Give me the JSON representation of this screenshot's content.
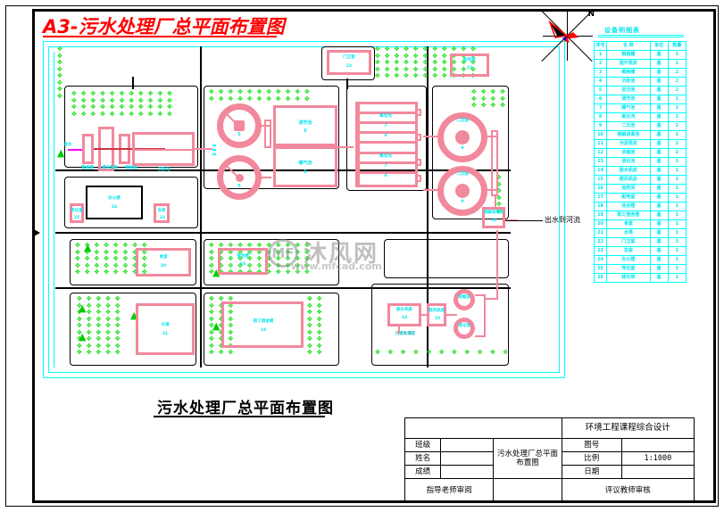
{
  "sheet": {
    "title": "A3-污水处理厂总平面布置图",
    "caption": "污水处理厂总平面布置图",
    "scale_value": "1:1000",
    "north_label": "N",
    "outflow_note": "出水到河流"
  },
  "legend": {
    "title": "设备明细表",
    "headers": [
      "序号",
      "名 称",
      "单位",
      "数量"
    ],
    "rows": [
      [
        "1",
        "粗格栅",
        "座",
        "1"
      ],
      [
        "2",
        "提升泵房",
        "座",
        "1"
      ],
      [
        "3",
        "细格栅",
        "座",
        "2"
      ],
      [
        "4",
        "沉砂池",
        "座",
        "2"
      ],
      [
        "5",
        "初沉池",
        "座",
        "2"
      ],
      [
        "6",
        "调节池",
        "座",
        "1"
      ],
      [
        "7",
        "曝气池",
        "座",
        "2"
      ],
      [
        "8",
        "氧化沟",
        "座",
        "2"
      ],
      [
        "9",
        "二沉池",
        "座",
        "2"
      ],
      [
        "10",
        "接触消毒池",
        "座",
        "1"
      ],
      [
        "11",
        "污泥泵房",
        "座",
        "2"
      ],
      [
        "12",
        "浓缩池",
        "座",
        "2"
      ],
      [
        "13",
        "消化池",
        "座",
        "1"
      ],
      [
        "14",
        "脱水机房",
        "座",
        "1"
      ],
      [
        "15",
        "鼓风机房",
        "座",
        "1"
      ],
      [
        "16",
        "加药间",
        "座",
        "1"
      ],
      [
        "17",
        "配电室",
        "座",
        "1"
      ],
      [
        "18",
        "综合楼",
        "座",
        "1"
      ],
      [
        "19",
        "职工宿舍楼",
        "座",
        "1"
      ],
      [
        "20",
        "食堂",
        "座",
        "1"
      ],
      [
        "21",
        "水塔",
        "座",
        "1"
      ],
      [
        "22",
        "门卫室",
        "座",
        "1"
      ],
      [
        "23",
        "车库",
        "座",
        "1"
      ],
      [
        "24",
        "办公楼",
        "座",
        "1"
      ],
      [
        "25",
        "传达室",
        "座",
        "1"
      ],
      [
        "26",
        "绿化带",
        "座",
        "2"
      ]
    ]
  },
  "plan_labels": {
    "inlet_pipe": "进水",
    "screen_coarse": "粗格栅",
    "pump_house": "提升泵房",
    "screen_fine": "细格栅",
    "grit_tank": "沉砂池",
    "primary_a": "5",
    "primary_b": "5",
    "basin_top": "调节池",
    "basin_top_no": "6",
    "basin_bot": "曝气池",
    "basin_bot_no": "6",
    "ditch_top": "氧化沟",
    "ditch_top_no": "7",
    "ditch_mid": "8",
    "ditch_bot": "氧化沟",
    "ditch_bot_no": "7",
    "ditch_bot2": "8",
    "clarifier_a": "二沉池",
    "clarifier_a_no": "9",
    "clarifier_b": "二沉池",
    "clarifier_b_no": "9",
    "gate_house": "门卫室",
    "gate_house_no": "22",
    "dist_room": "配电室",
    "dist_room_no": "23",
    "contact_tank": "接触消毒池",
    "contact_tank_no": "10",
    "office": "办公楼",
    "office_no": "24",
    "porter_a": "传达室",
    "porter_a_no": "25",
    "porter_b": "车库",
    "porter_b_no": "23",
    "canteen": "食堂",
    "canteen_no": "20",
    "dorm": "宿舍楼",
    "dorm_no": "18",
    "admin": "综合楼",
    "admin_no": "17",
    "water_tower": "水塔",
    "water_tower_no": "21",
    "staff_building": "职工宿舍楼",
    "staff_building_no": "19",
    "dewater": "脱水机房",
    "dewater_no": "14",
    "blower": "鼓风机房",
    "blower_no": "15",
    "thicken_a": "浓缩池",
    "thicken_b": "消化池",
    "sludge_note": "污泥处理区"
  },
  "title_block": {
    "project": "环境工程课程综合设计",
    "drawing_name": "污水处理厂总平面布置图",
    "row_class": "班级",
    "row_name": "姓名",
    "row_grade": "成绩",
    "row_dwgno": "图号",
    "row_scale": "比例",
    "row_date": "日期",
    "advisor_review": "指导老师审阅",
    "teacher_review": "评议教师审核",
    "blank": ""
  },
  "watermark": {
    "logo": "MF",
    "text": "沐风网",
    "url": "www.mfcad.com"
  },
  "colors": {
    "title_red": "#ff0000",
    "structure_pink": "#f2889c",
    "label_cyan": "#00e5ee",
    "boundary_cyan": "#00ffff",
    "tree_green": "#00dd00",
    "frame_black": "#000000"
  }
}
